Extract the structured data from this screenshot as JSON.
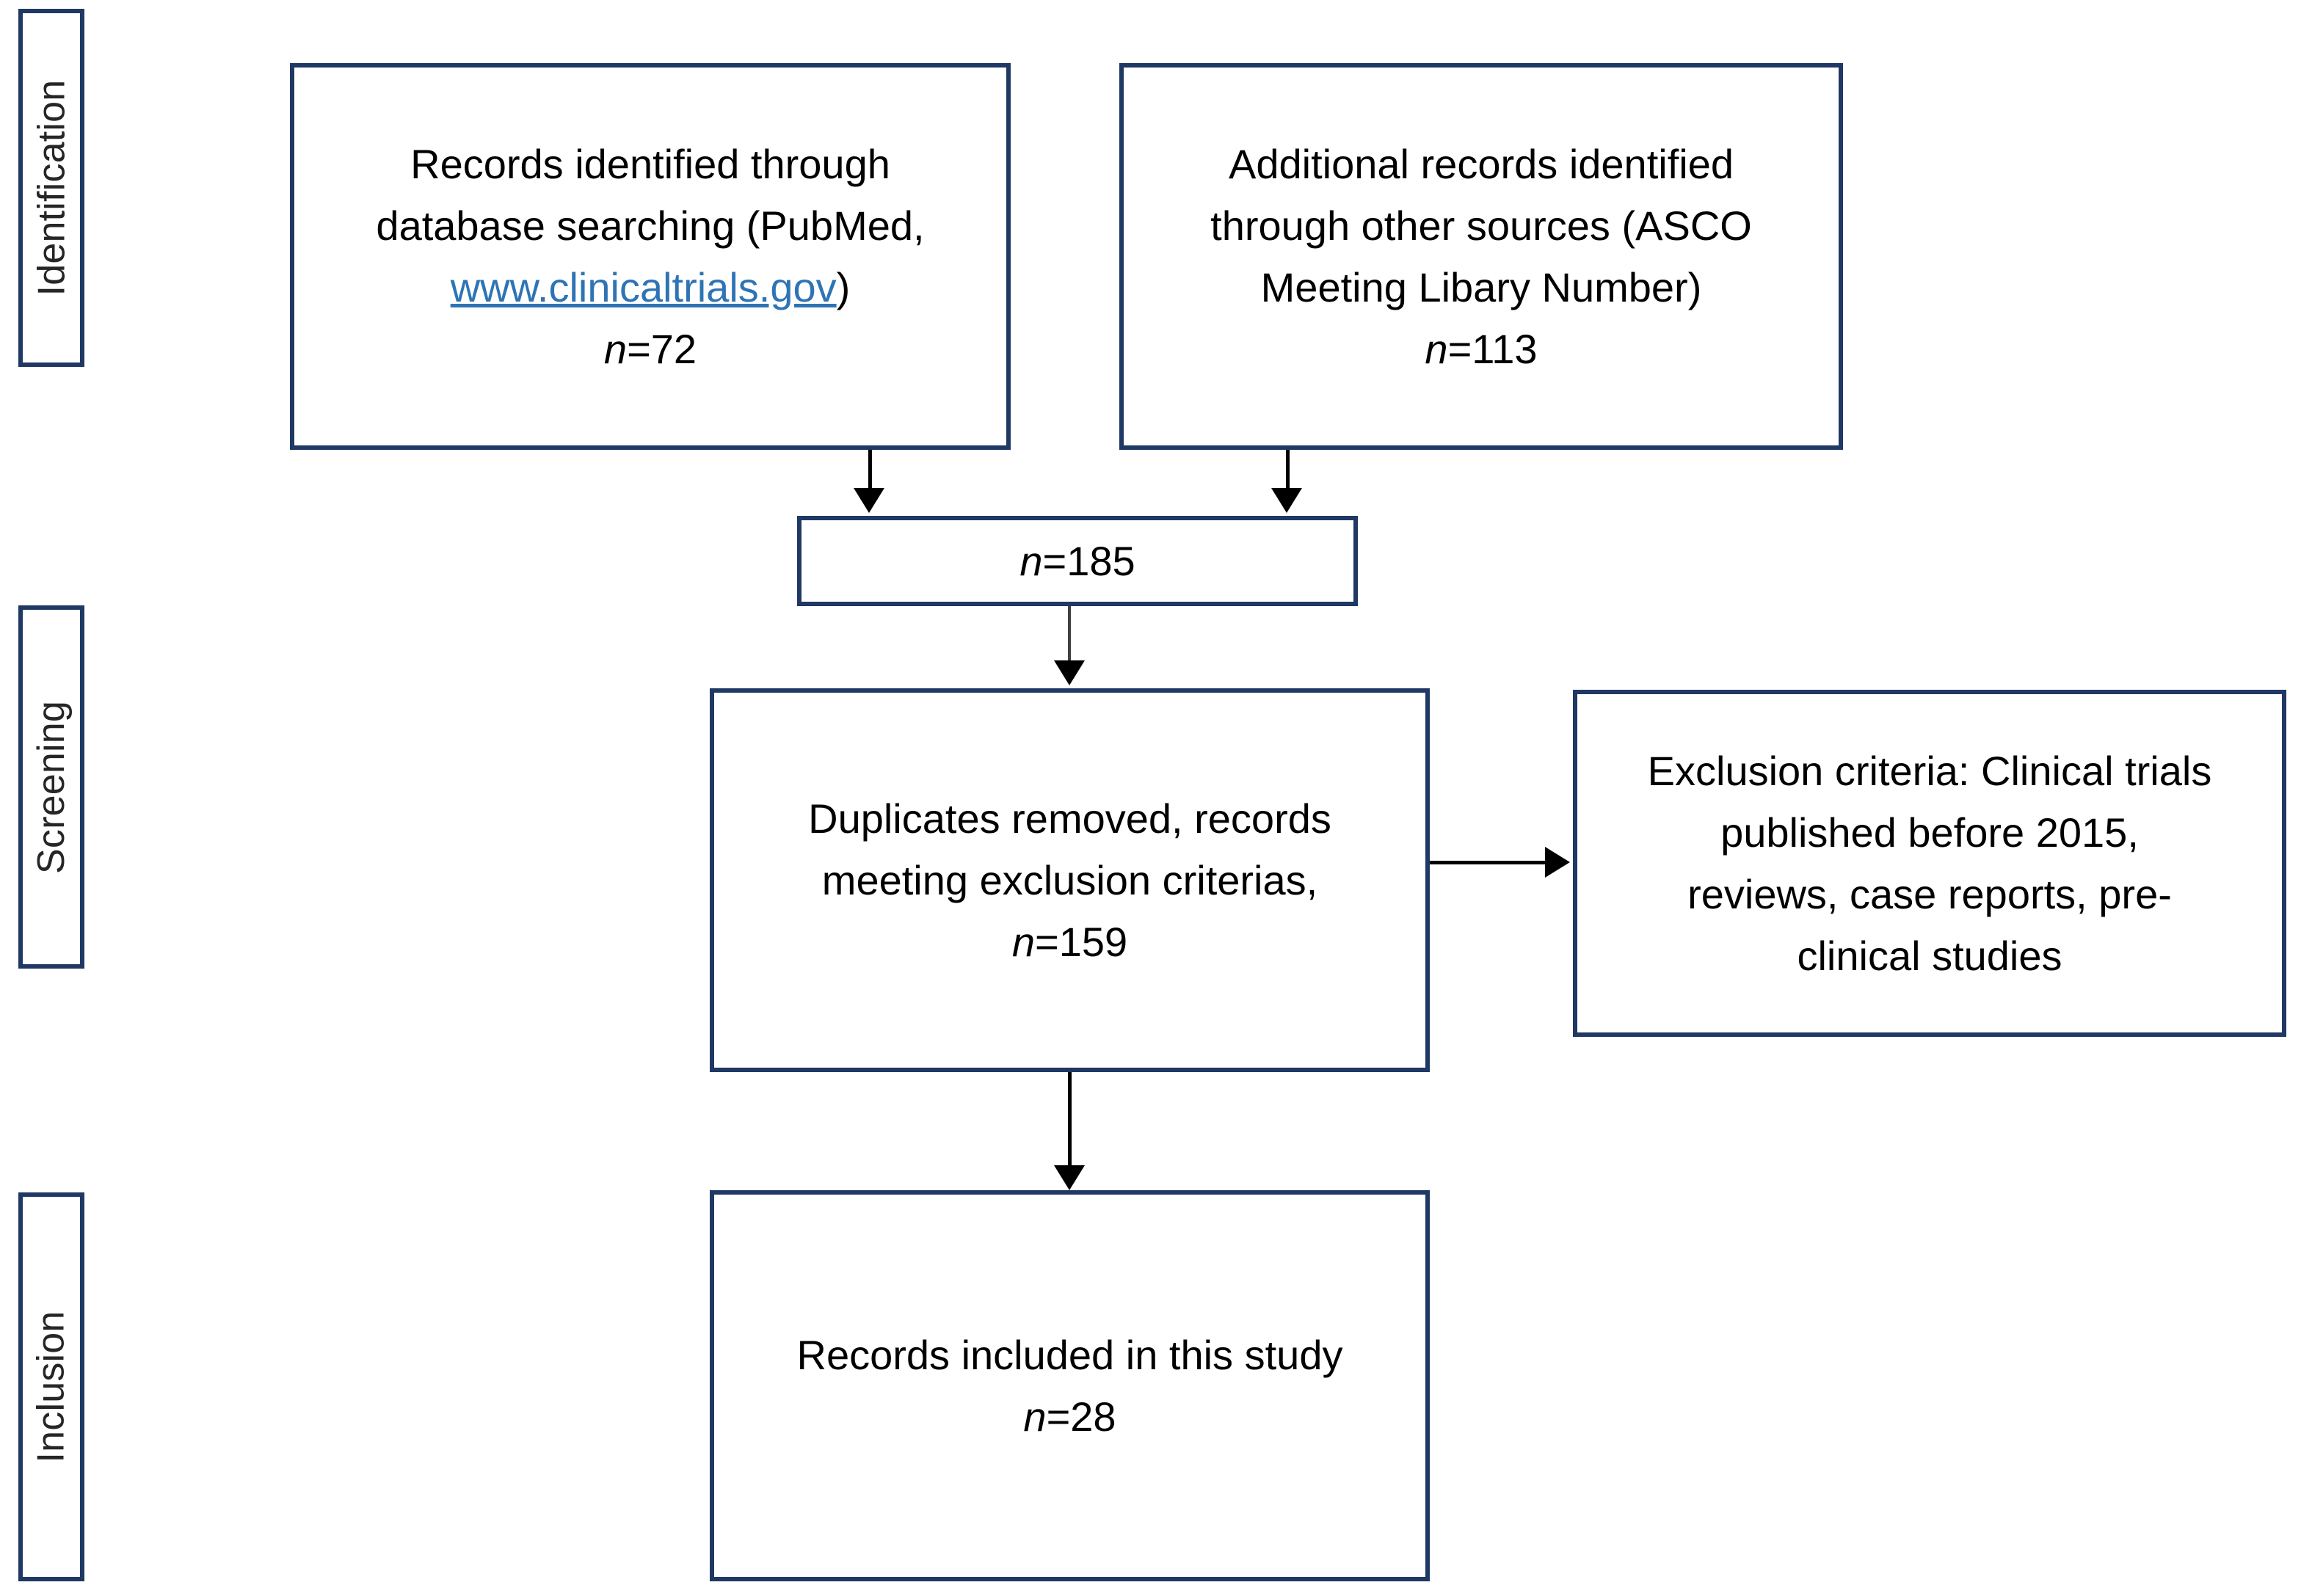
{
  "diagram": {
    "title": "PRISMA study selection flow diagram",
    "accent_border_color": "#1F3864",
    "link_color": "#2E74B5",
    "connector_color": "#000000"
  },
  "stages": [
    {
      "id": "identification",
      "label": "Identification"
    },
    {
      "id": "screening",
      "label": "Screening"
    },
    {
      "id": "inclusion",
      "label": "Inclusion"
    }
  ],
  "boxes": {
    "database_search": {
      "line1": "Records identified through",
      "line2": "database searching (PubMed,",
      "link": "www.clinicaltrials.gov",
      "line3_suffix": ")",
      "n_symbol": "n",
      "n_value": "=72"
    },
    "other_sources": {
      "line1": "Additional records identified",
      "line2": "through other sources (ASCO",
      "line3": "Meeting Libary Number)",
      "n_symbol": "n",
      "n_value": "=113"
    },
    "combined_total": {
      "n_symbol": "n",
      "n_value": "=185"
    },
    "duplicates_removed": {
      "line1": "Duplicates removed, records",
      "line2": "meeting exclusion criterias,",
      "n_symbol": "n",
      "n_value": "=159"
    },
    "exclusion_criteria": {
      "line1": "Exclusion criteria: Clinical trials",
      "line2": "published before 2015,",
      "line3": "reviews, case reports, pre-",
      "line4": "clinical studies"
    },
    "records_included": {
      "line1": "Records included in this study",
      "n_symbol": "n",
      "n_value": "=28"
    }
  },
  "counts": {
    "database_search": 72,
    "other_sources": 113,
    "combined_total": 185,
    "removed": 159,
    "included": 28
  }
}
